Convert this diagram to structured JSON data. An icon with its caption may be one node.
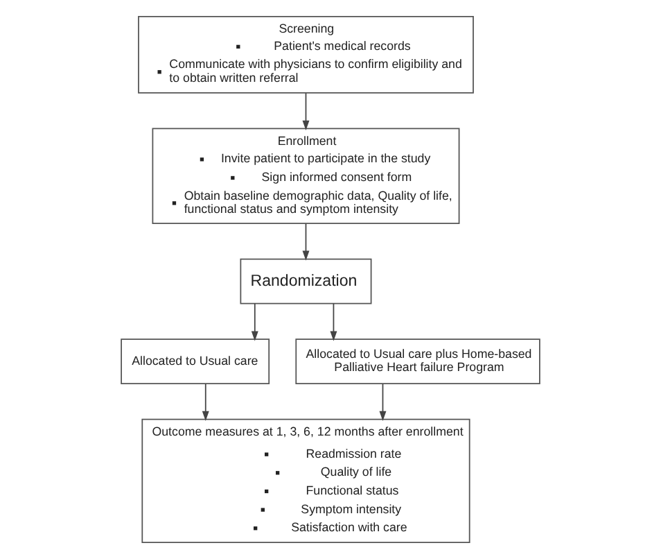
{
  "diagram": {
    "nodes": [
      {
        "text": [
          "Screening",
          "Patient's medical records",
          "Communicate with physicians to confirm eligibility and to obtain written referral"
        ]
      },
      {
        "text": [
          "Enrollment",
          "Invite patient to participate in the study",
          "Sign informed consent form",
          "Obtain baseline demographic data, Quality of life, functional status and symptom intensity"
        ]
      },
      {
        "text": [
          "Randomization"
        ]
      },
      {
        "text": [
          "Allocated to Usual care"
        ]
      },
      {
        "text": [
          "Allocated to Usual care plus Home-based Palliative Heart failure Program"
        ]
      },
      {
        "text": [
          "Outcome measures at 1, 3, 6, 12 months after enrollment",
          "Readmission rate",
          "Quality of life",
          "Functional status",
          "Symptom intensity",
          "Satisfaction with care"
        ]
      }
    ],
    "edges": [
      {
        "from": 0,
        "to": 1,
        "arrow": "to"
      },
      {
        "from": 1,
        "to": 2,
        "arrow": "to"
      },
      {
        "from": 2,
        "to": 3,
        "arrow": "to"
      },
      {
        "from": 2,
        "to": 4,
        "arrow": "to"
      },
      {
        "from": 3,
        "to": 5,
        "arrow": "to"
      },
      {
        "from": 4,
        "to": 5,
        "arrow": "to"
      }
    ]
  }
}
